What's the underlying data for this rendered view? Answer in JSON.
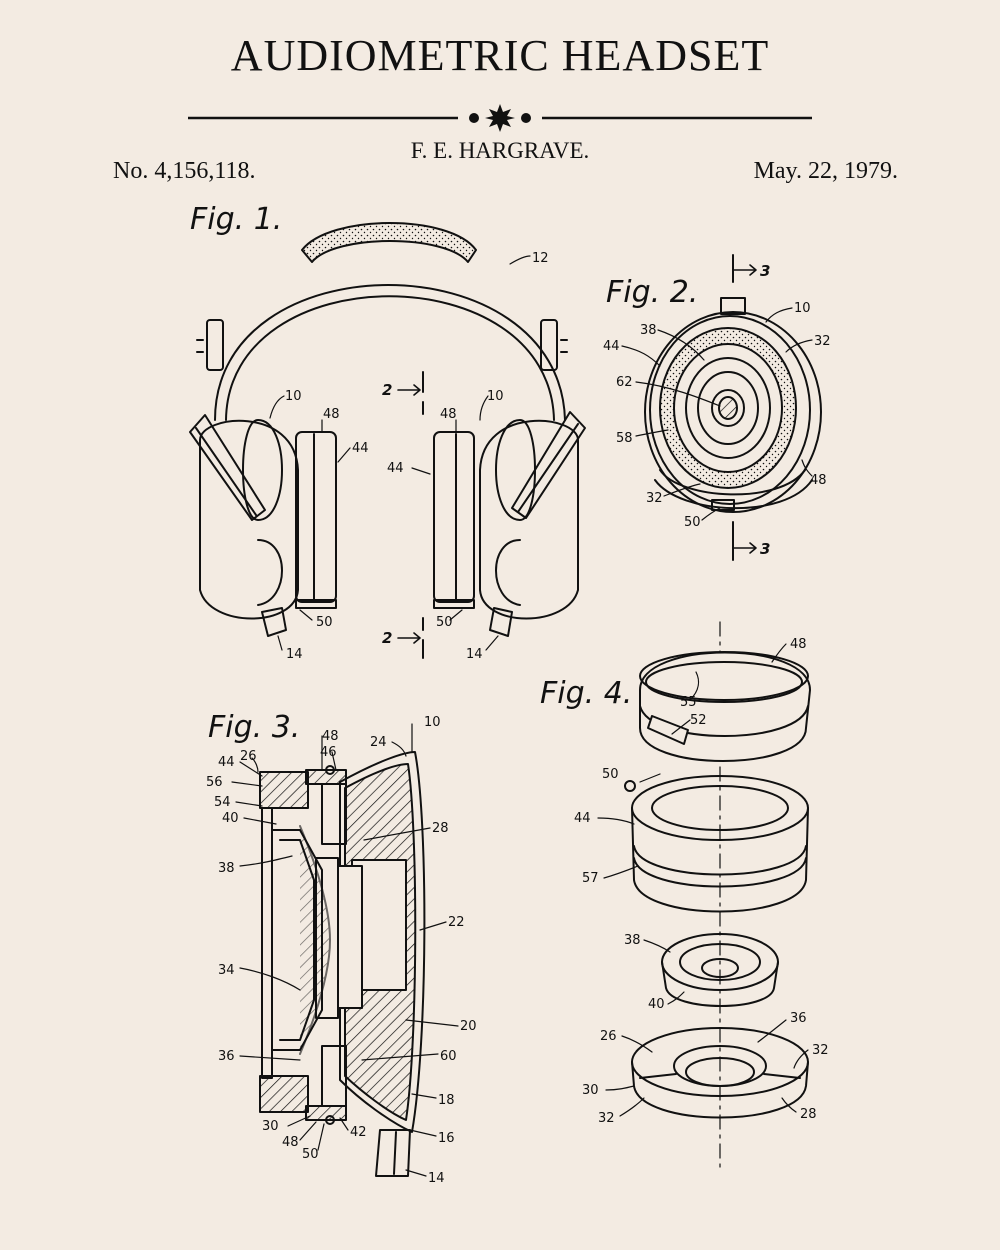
{
  "document": {
    "title": "AUDIOMETRIC HEADSET",
    "inventor": "F. E. HARGRAVE.",
    "patent_number": "No. 4,156,118.",
    "date": "May. 22, 1979."
  },
  "figures": [
    {
      "label": "Fig. 1."
    },
    {
      "label": "Fig. 2."
    },
    {
      "label": "Fig. 3."
    },
    {
      "label": "Fig. 4."
    }
  ],
  "colors": {
    "paper": "#f3ebe2",
    "ink": "#111111"
  },
  "reference_numerals": {
    "fig1": [
      "12",
      "10",
      "48",
      "44",
      "2",
      "10",
      "48",
      "44",
      "50",
      "14",
      "50",
      "14",
      "2"
    ],
    "fig2": [
      "3",
      "10",
      "38",
      "32",
      "44",
      "62",
      "58",
      "48",
      "32",
      "50",
      "3"
    ],
    "fig3": [
      "10",
      "48",
      "46",
      "24",
      "44",
      "26",
      "56",
      "54",
      "40",
      "28",
      "38",
      "22",
      "34",
      "20",
      "36",
      "60",
      "18",
      "30",
      "42",
      "48",
      "16",
      "50",
      "14"
    ],
    "fig4": [
      "48",
      "55",
      "52",
      "50",
      "44",
      "57",
      "38",
      "40",
      "36",
      "26",
      "32",
      "30",
      "32",
      "28"
    ]
  }
}
